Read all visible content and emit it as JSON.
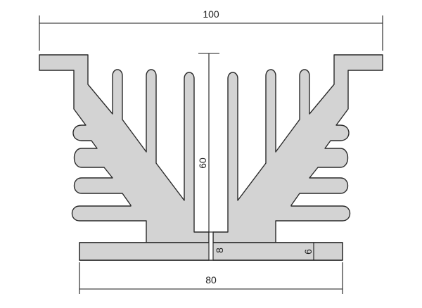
{
  "dimensions": {
    "overall_width": "100",
    "base_width": "80",
    "fin_height": "60",
    "base_thickness": "8",
    "flange_thickness": "6"
  },
  "colors": {
    "profile_fill": "#d3d3d3",
    "outline": "#2a2a2a",
    "dimension_line": "#1a1a1a"
  }
}
